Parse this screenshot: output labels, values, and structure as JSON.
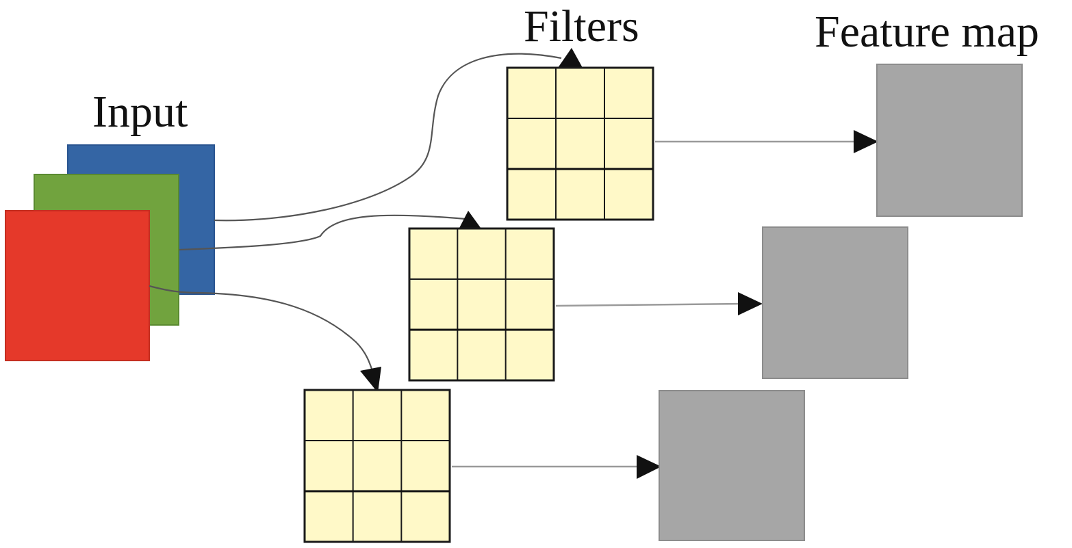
{
  "labels": {
    "input": "Input",
    "filters": "Filters",
    "feature_map": "Feature map"
  },
  "input_channels": [
    {
      "name": "blue-channel",
      "color": "#3465a4"
    },
    {
      "name": "green-channel",
      "color": "#71a33e"
    },
    {
      "name": "red-channel",
      "color": "#e5392a"
    }
  ],
  "filters": [
    {
      "name": "filter-1",
      "rows": 3,
      "cols": 3
    },
    {
      "name": "filter-2",
      "rows": 3,
      "cols": 3
    },
    {
      "name": "filter-3",
      "rows": 3,
      "cols": 3
    }
  ],
  "colors": {
    "filter_fill": "#fff9c8",
    "feature_map_fill": "#a6a6a6",
    "feature_map_border": "#8c8c8c"
  }
}
